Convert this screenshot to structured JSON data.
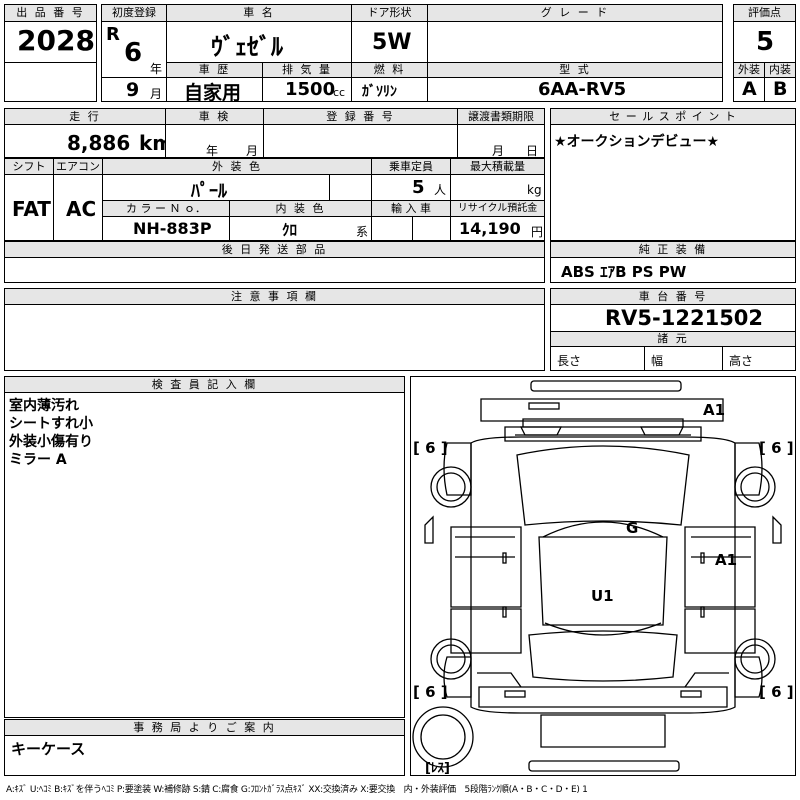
{
  "header": {
    "lot_label": "出 品 番 号",
    "lot_number": "2028",
    "first_reg_label": "初度登録",
    "era": "R",
    "year": "6",
    "year_unit": "年",
    "month": "9",
    "month_unit": "月",
    "car_name_label": "車 名",
    "car_name": "ｳﾞｪｾﾞﾙ",
    "door_label": "ドア形状",
    "door": "5W",
    "grade_label": "グ レ ー ド",
    "grade": "",
    "score_label": "評価点",
    "score": "5",
    "history_label": "車 歴",
    "history": "自家用",
    "displacement_label": "排 気 量",
    "displacement": "1500",
    "displacement_unit": "cc",
    "fuel_label": "燃 料",
    "fuel": "ｶﾞｿﾘﾝ",
    "model_label": "型 式",
    "model": "6AA-RV5",
    "exterior_label": "外装",
    "exterior_grade": "A",
    "interior_label": "内装",
    "interior_grade": "B"
  },
  "row2": {
    "mileage_label": "走 行",
    "mileage": "8,886",
    "mileage_unit": "km",
    "inspection_label": "車 検",
    "inspection_year_unit": "年",
    "inspection_month_unit": "月",
    "registration_label": "登 録 番 号",
    "transfer_label": "譲渡書類期限",
    "transfer_month_unit": "月",
    "transfer_day_unit": "日",
    "shift_label": "シフト",
    "shift": "FAT",
    "ac_label": "エアコン",
    "ac": "AC",
    "color_label": "外 装 色",
    "color": "ﾊﾟｰﾙ",
    "capacity_label": "乗車定員",
    "capacity": "5",
    "capacity_unit": "人",
    "max_load_label": "最大積載量",
    "max_load_unit": "kg",
    "color_no_label": "カ ラ ー Ｎ ｏ．",
    "color_no": "NH-883P",
    "interior_color_label": "内 装 色",
    "interior_color": "ｸﾛ",
    "interior_color_unit": "系",
    "import_label": "輸 入 車",
    "recycle_label": "リサイクル預託金",
    "recycle": "14,190",
    "recycle_unit": "円"
  },
  "sales": {
    "label": "セ ー ル ス ポ イ ン ト",
    "text": "★オークションデビュー★"
  },
  "later_parts": {
    "label": "後 日 発 送 部 品",
    "text": ""
  },
  "equipment": {
    "label": "純 正 装 備",
    "text": "ABS ｴｱB PS PW"
  },
  "notes": {
    "label": "注 意 事 項 欄",
    "text": ""
  },
  "chassis": {
    "label": "車 台 番 号",
    "number": "RV5-1221502",
    "spec_label": "諸 元",
    "length_label": "長さ",
    "width_label": "幅",
    "height_label": "高さ"
  },
  "inspector": {
    "label": "検 査 員 記 入 欄",
    "lines": [
      "室内薄汚れ",
      "シートすれ小",
      "外装小傷有り",
      "ミラー A"
    ]
  },
  "office": {
    "label": "事 務 局 よ り ご 案 内",
    "text": "キーケース"
  },
  "diagram": {
    "tire_fl": "[ 6 ]",
    "tire_fr": "[ 6 ]",
    "tire_rl": "[ 6 ]",
    "tire_rr": "[ 6 ]",
    "mark_front": "A1",
    "mark_side": "A1",
    "mark_glass": "G",
    "mark_roof": "U1",
    "spare": "[ﾚｽ]"
  },
  "legend": "A:ｷｽﾞ U:ﾍｺﾐ B:ｷｽﾞを伴うﾍｺﾐ P:要塗装 W:補修跡 S:錆 C:腐食 G:ﾌﾛﾝﾄｶﾞﾗｽ点ｷｽﾞ XX:交換済み X:要交換　内・外装評価　5段階ﾗﾝｸ順(A・B・C・D・E) 1"
}
